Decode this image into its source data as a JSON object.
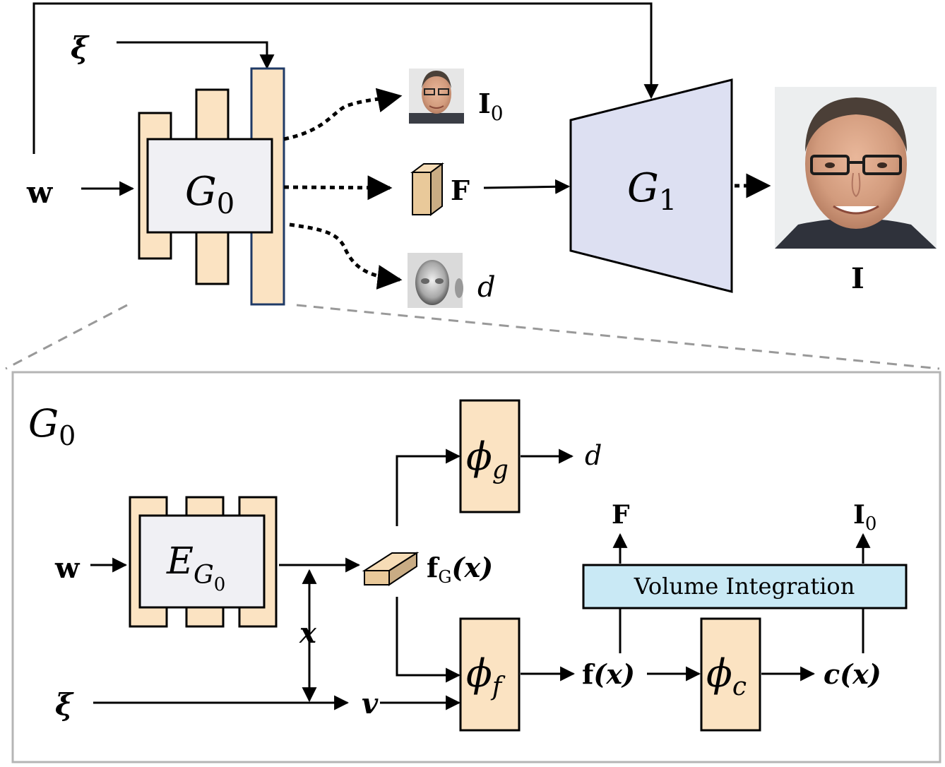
{
  "top": {
    "input_w": "w",
    "input_xi": "ξ",
    "generator0": {
      "main": "G",
      "sub": "0"
    },
    "generator1": {
      "main": "G",
      "sub": "1"
    },
    "output_I0": {
      "main": "I",
      "sub": "0"
    },
    "output_F": "F",
    "output_d": "d",
    "output_I": "I"
  },
  "detail": {
    "panel_title": {
      "main": "G",
      "sub": "0"
    },
    "input_w": "w",
    "input_xi": "ξ",
    "encoder": {
      "main": "E",
      "sub": "G",
      "subsub": "0"
    },
    "label_x": "x",
    "label_v": "v",
    "feature": {
      "main": "f",
      "sub": "G",
      "arg": "(x)"
    },
    "phi_g": {
      "main": "ϕ",
      "sub": "g"
    },
    "phi_f": {
      "main": "ϕ",
      "sub": "f"
    },
    "phi_c": {
      "main": "ϕ",
      "sub": "c"
    },
    "out_d": "d",
    "fx": {
      "main": "f",
      "arg": "(x)"
    },
    "cx": {
      "main": "c",
      "arg": "(x)"
    },
    "volume_integration": "Volume Integration",
    "out_F": "F",
    "out_I0": {
      "main": "I",
      "sub": "0"
    }
  },
  "colors": {
    "module_fill": "#fbe3c2",
    "generator_fill": "#f0f0f4",
    "g1_fill": "#dde0f2",
    "volume_fill": "#c9e9f5",
    "highlight_border": "#1f3a66",
    "panel_border": "#b5b5b5"
  }
}
